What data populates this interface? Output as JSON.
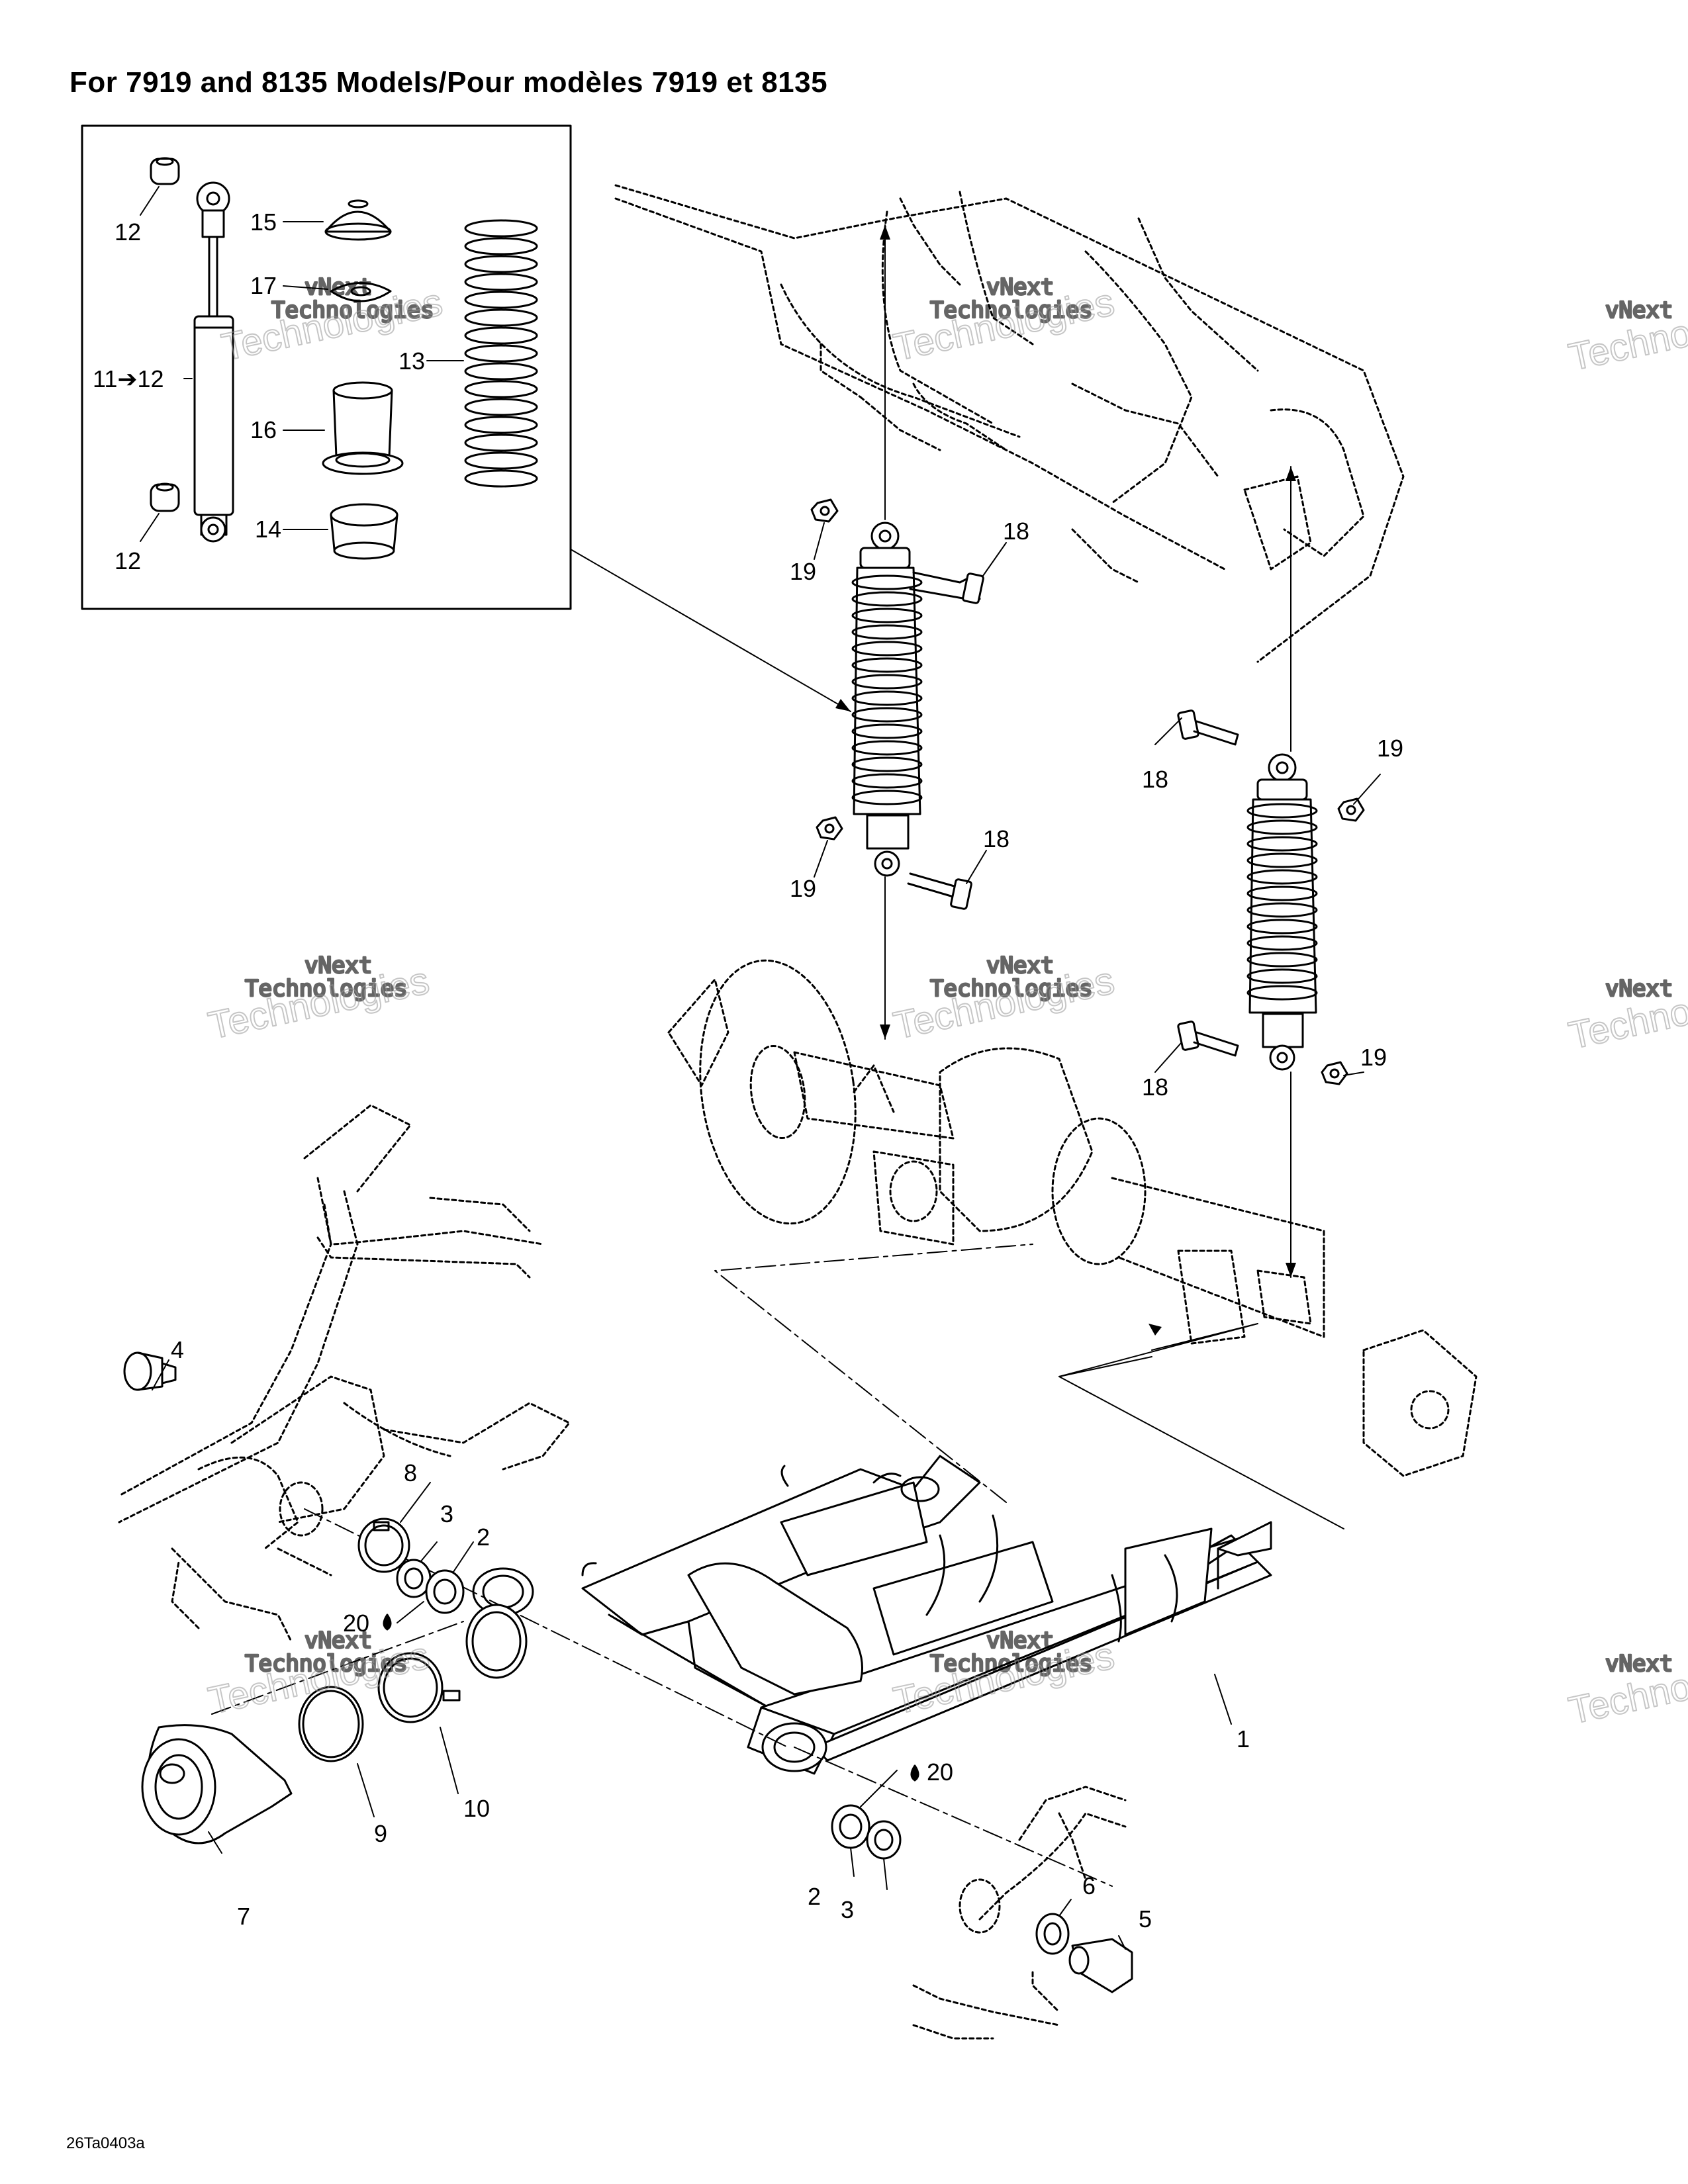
{
  "title": "For 7919 and 8135 Models/Pour modèles 7919 et 8135",
  "figure_code": "26Ta0403a",
  "watermark": {
    "line1": "vNext",
    "line2": "Technologies",
    "big": "Technologies"
  },
  "callouts": {
    "c1": "1",
    "c2a": "2",
    "c2b": "2",
    "c3a": "3",
    "c3b": "3",
    "c4": "4",
    "c5": "5",
    "c6": "6",
    "c7": "7",
    "c8": "8",
    "c9": "9",
    "c10": "10",
    "c11": "11➔12",
    "c12a": "12",
    "c12b": "12",
    "c13": "13",
    "c14": "14",
    "c15": "15",
    "c16": "16",
    "c17": "17",
    "c18a": "18",
    "c18b": "18",
    "c18c": "18",
    "c18d": "18",
    "c19a": "19",
    "c19b": "19",
    "c19c": "19",
    "c19d": "19",
    "c20a": "20",
    "c20b": "20"
  }
}
